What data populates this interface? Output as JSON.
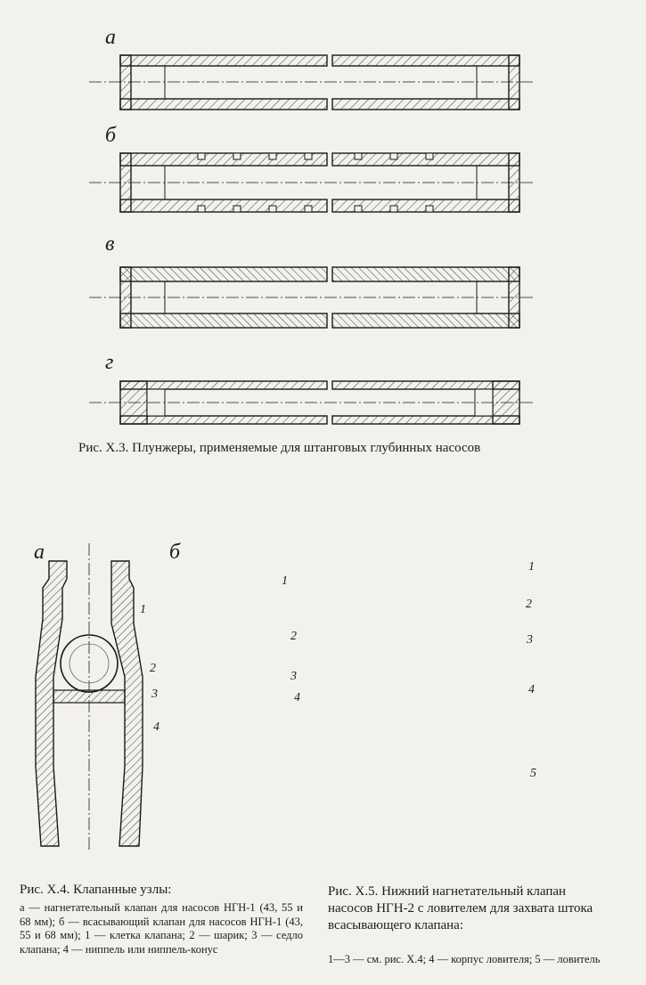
{
  "fig3": {
    "labels": [
      "а",
      "б",
      "в",
      "г"
    ],
    "caption": "Рис. X.3. Плунжеры, применяемые для штанговых глубинных насосов"
  },
  "fig4": {
    "labels": [
      "а",
      "б"
    ],
    "callouts_a": [
      "1",
      "2",
      "3",
      "4"
    ],
    "callouts_b": [
      "1",
      "2",
      "3",
      "4"
    ],
    "caption_title": "Рис. X.4. Клапанные узлы:",
    "caption_text": "а — нагнетательный клапан для насосов НГН-1 (43, 55 и 68 мм); б — всасывающий клапан для насосов НГН-1 (43, 55 и 68 мм); 1 — клетка клапана; 2 — шарик; 3 — седло клапана; 4 — ниппель или ниппель-конус"
  },
  "fig5": {
    "callouts": [
      "1",
      "2",
      "3",
      "4",
      "5"
    ],
    "caption_title": "Рис. X.5. Нижний нагнетательный клапан насосов НГН-2 с ловителем для захвата штока всасывающего клапана:",
    "caption_text": "1—3 — см. рис. X.4; 4 — корпус ловителя; 5 — ловитель"
  }
}
